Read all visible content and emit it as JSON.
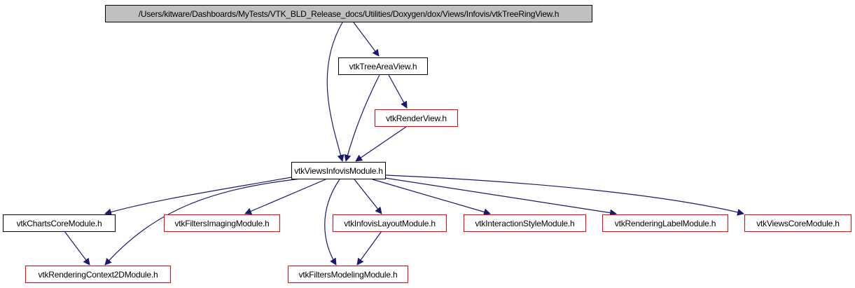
{
  "nodes": {
    "root": "/Users/kitware/Dashboards/MyTests/VTK_BLD_Release_docs/Utilities/Doxygen/dox/Views/Infovis/vtkTreeRingView.h",
    "tree_area_view": "vtkTreeAreaView.h",
    "render_view": "vtkRenderView.h",
    "views_infovis_module": "vtkViewsInfovisModule.h",
    "charts_core_module": "vtkChartsCoreModule.h",
    "filters_imaging_module": "vtkFiltersImagingModule.h",
    "infovis_layout_module": "vtkInfovisLayoutModule.h",
    "interaction_style_module": "vtkInteractionStyleModule.h",
    "rendering_label_module": "vtkRenderingLabelModule.h",
    "views_core_module": "vtkViewsCoreModule.h",
    "rendering_context2d_module": "vtkRenderingContext2DModule.h",
    "filters_modeling_module": "vtkFiltersModelingModule.h"
  },
  "colors": {
    "edge": "#191970",
    "missing_border": "#ff0000",
    "found_border": "#000000",
    "root_fill": "#bfbfbf"
  }
}
